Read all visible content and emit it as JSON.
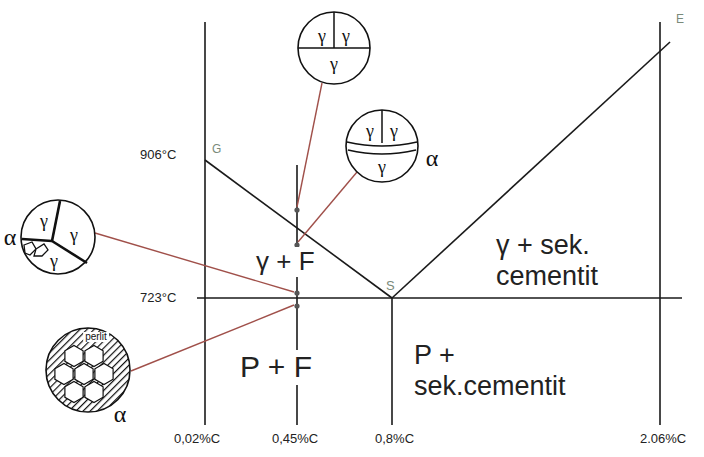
{
  "diagram": {
    "nodes": [
      {
        "text": [
          "γ",
          "γ",
          "γ"
        ]
      },
      {
        "text": [
          "γ",
          "γ",
          "γ",
          "α"
        ]
      },
      {
        "text": [
          "α",
          "γ",
          "γ",
          "γ"
        ]
      },
      {
        "text": [
          "perlit",
          "α"
        ]
      }
    ],
    "labels": [
      "906°C",
      "G",
      "E",
      "723°C",
      "S",
      "γ + F",
      "γ + sek. cementit",
      "P + F",
      "P + sek.cementit",
      "0,02%C",
      "0,45%C",
      "0,8%C",
      "2.06%C"
    ]
  }
}
